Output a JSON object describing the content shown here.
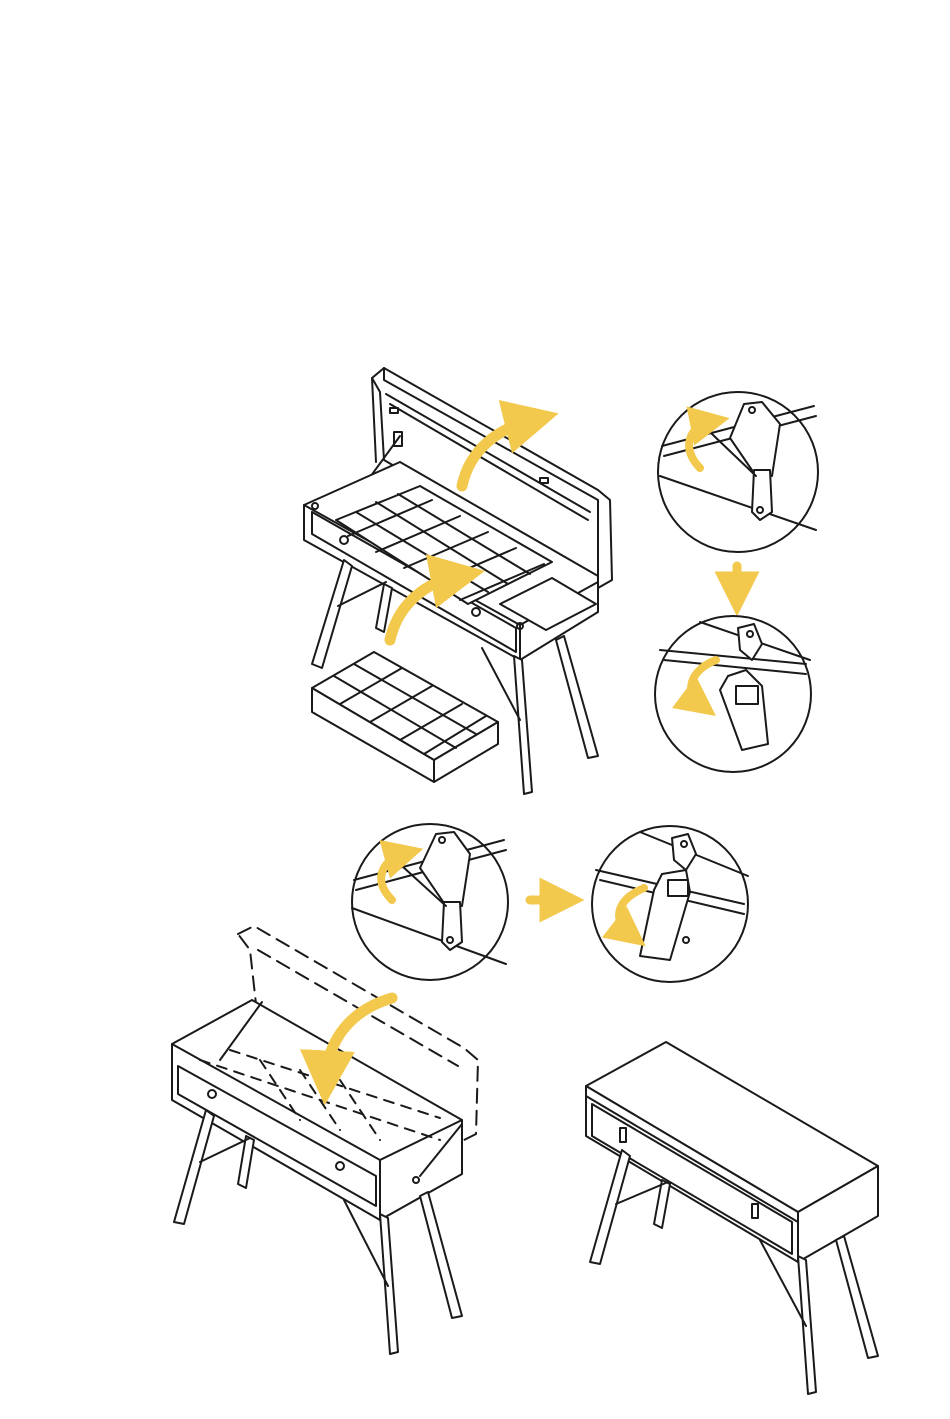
{
  "diagram": {
    "kind": "assembly-instruction-illustration",
    "palette": {
      "line": "#1a1a1a",
      "fill": "#ffffff",
      "arrow_accent": "#f2c94c"
    },
    "panels": [
      {
        "id": "step-open-lid-remove-tray",
        "icons": [
          "table-open-lid",
          "organizer-tray",
          "lift-arrow-icon"
        ]
      },
      {
        "id": "detail-latch-open-to-closed-top",
        "icons": [
          "latch-icon",
          "rotate-arrow-icon",
          "down-arrow-icon"
        ]
      },
      {
        "id": "detail-latch-open-to-closed-middle",
        "icons": [
          "latch-icon",
          "rotate-arrow-icon",
          "right-arrow-icon"
        ]
      },
      {
        "id": "step-close-lid",
        "icons": [
          "table-lid-closing",
          "close-arrow-icon"
        ]
      },
      {
        "id": "step-finished-table",
        "icons": [
          "table-closed"
        ]
      }
    ]
  }
}
